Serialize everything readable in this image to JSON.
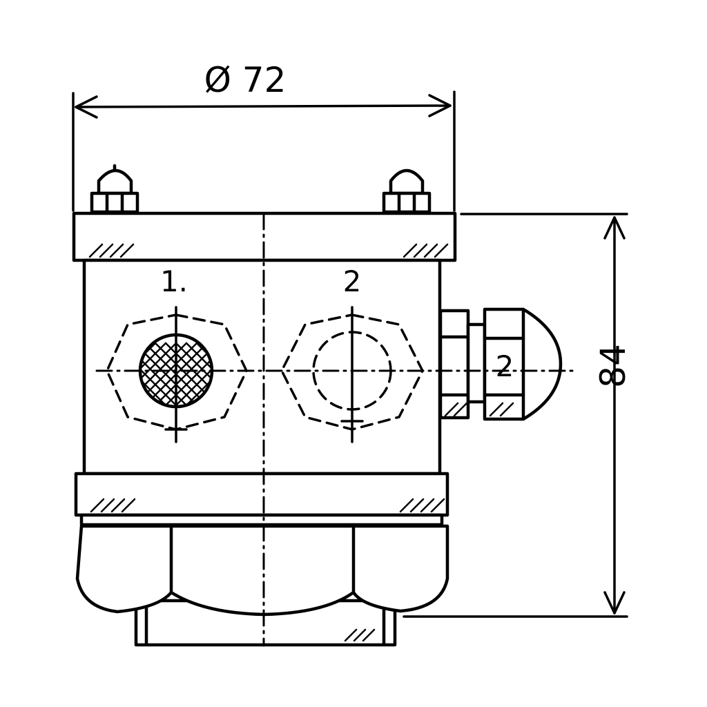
{
  "dimensions": {
    "diameter": "Ø 72",
    "height": "84"
  },
  "labels": {
    "port_1": "1.",
    "port_2": "2",
    "gland_2": "2"
  }
}
